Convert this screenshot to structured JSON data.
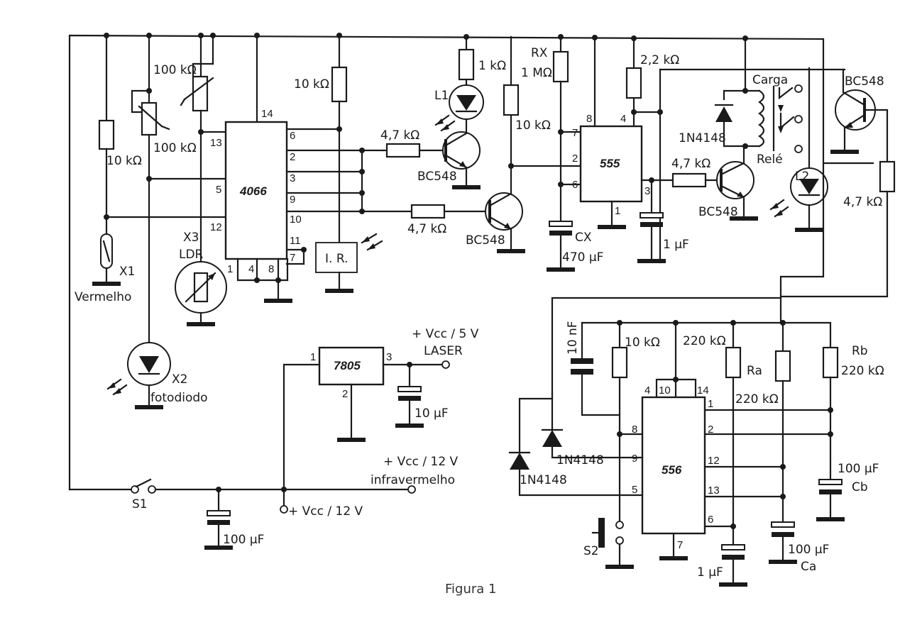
{
  "caption": "Figura 1",
  "ics": {
    "ic4066": "4066",
    "ic555": "555",
    "ic556": "556",
    "ic7805": "7805"
  },
  "labels": {
    "r100k_a": "100 kΩ",
    "r100k_b": "100 kΩ",
    "r10k_x1": "10 kΩ",
    "x1": "X1",
    "vermelho": "Vermelho",
    "x3": "X3",
    "ldr": "LDR",
    "x2": "X2",
    "fotodiodo": "fotodiodo",
    "r10k_ir": "10 kΩ",
    "ir": "I. R.",
    "r1k": "1 kΩ",
    "l1": "L1",
    "r47k_q1": "4,7 kΩ",
    "bc548_q1": "BC548",
    "r47k_q2": "4,7 kΩ",
    "bc548_q2": "BC548",
    "r10k_555": "10 kΩ",
    "rx": "RX",
    "rx_val": "1 MΩ",
    "cx": "CX",
    "cx_val": "470 µF",
    "r22k": "2,2 kΩ",
    "c1u_555": "1 µF",
    "r47k_q3": "4,7 kΩ",
    "bc548_q3": "BC548",
    "carga": "Carga",
    "d1n4148_relay": "1N4148",
    "rele": "Relé",
    "l2": "L2",
    "bc548_q4": "BC548",
    "r47k_q4": "4,7 kΩ",
    "vcc5": "+ Vcc / 5 V",
    "laser": "LASER",
    "c10u": "10 µF",
    "vcc12_ir": "+ Vcc / 12 V",
    "infravermelho": "infravermelho",
    "vcc12": "+ Vcc / 12 V",
    "s1": "S1",
    "c100u_main": "100 µF",
    "c10n": "10 nF",
    "r10k_556": "10 kΩ",
    "r220k_top": "220 kΩ",
    "ra": "Ra",
    "ra_val": "220 kΩ",
    "rb": "Rb",
    "rb_val": "220 kΩ",
    "d1n4148_a": "1N4148",
    "d1n4148_b": "1N4148",
    "cb_val": "100 µF",
    "cb": "Cb",
    "ca_val": "100 µF",
    "ca": "Ca",
    "c1u_556": "1 µF",
    "s2": "S2"
  },
  "pins": {
    "p4066": [
      "14",
      "6",
      "2",
      "3",
      "9",
      "10",
      "11",
      "7",
      "13",
      "5",
      "12",
      "1",
      "4",
      "8"
    ],
    "p555": [
      "8",
      "4",
      "7",
      "2",
      "6",
      "3",
      "1"
    ],
    "p556": [
      "4",
      "10",
      "14",
      "1",
      "8",
      "2",
      "9",
      "12",
      "5",
      "13",
      "6",
      "7"
    ],
    "p7805": [
      "1",
      "2",
      "3"
    ]
  }
}
